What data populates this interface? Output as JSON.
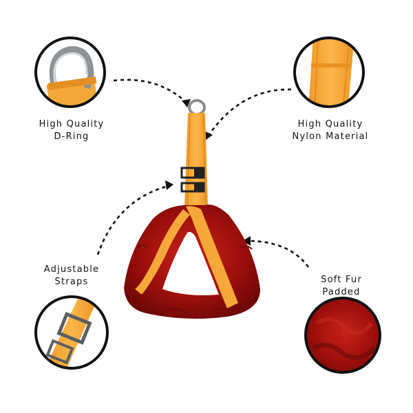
{
  "features": {
    "d_ring": {
      "line1": "High Quality",
      "line2": "D-Ring"
    },
    "nylon": {
      "line1": "High Quality",
      "line2": "Nylon Material"
    },
    "straps": {
      "line1": "Adjustable",
      "line2": "Straps"
    },
    "fur": {
      "line1": "Soft Fur",
      "line2": "Padded"
    }
  },
  "colors": {
    "strap_orange": "#f5a83a",
    "fur_red": "#a8130f",
    "outline": "#111111"
  }
}
